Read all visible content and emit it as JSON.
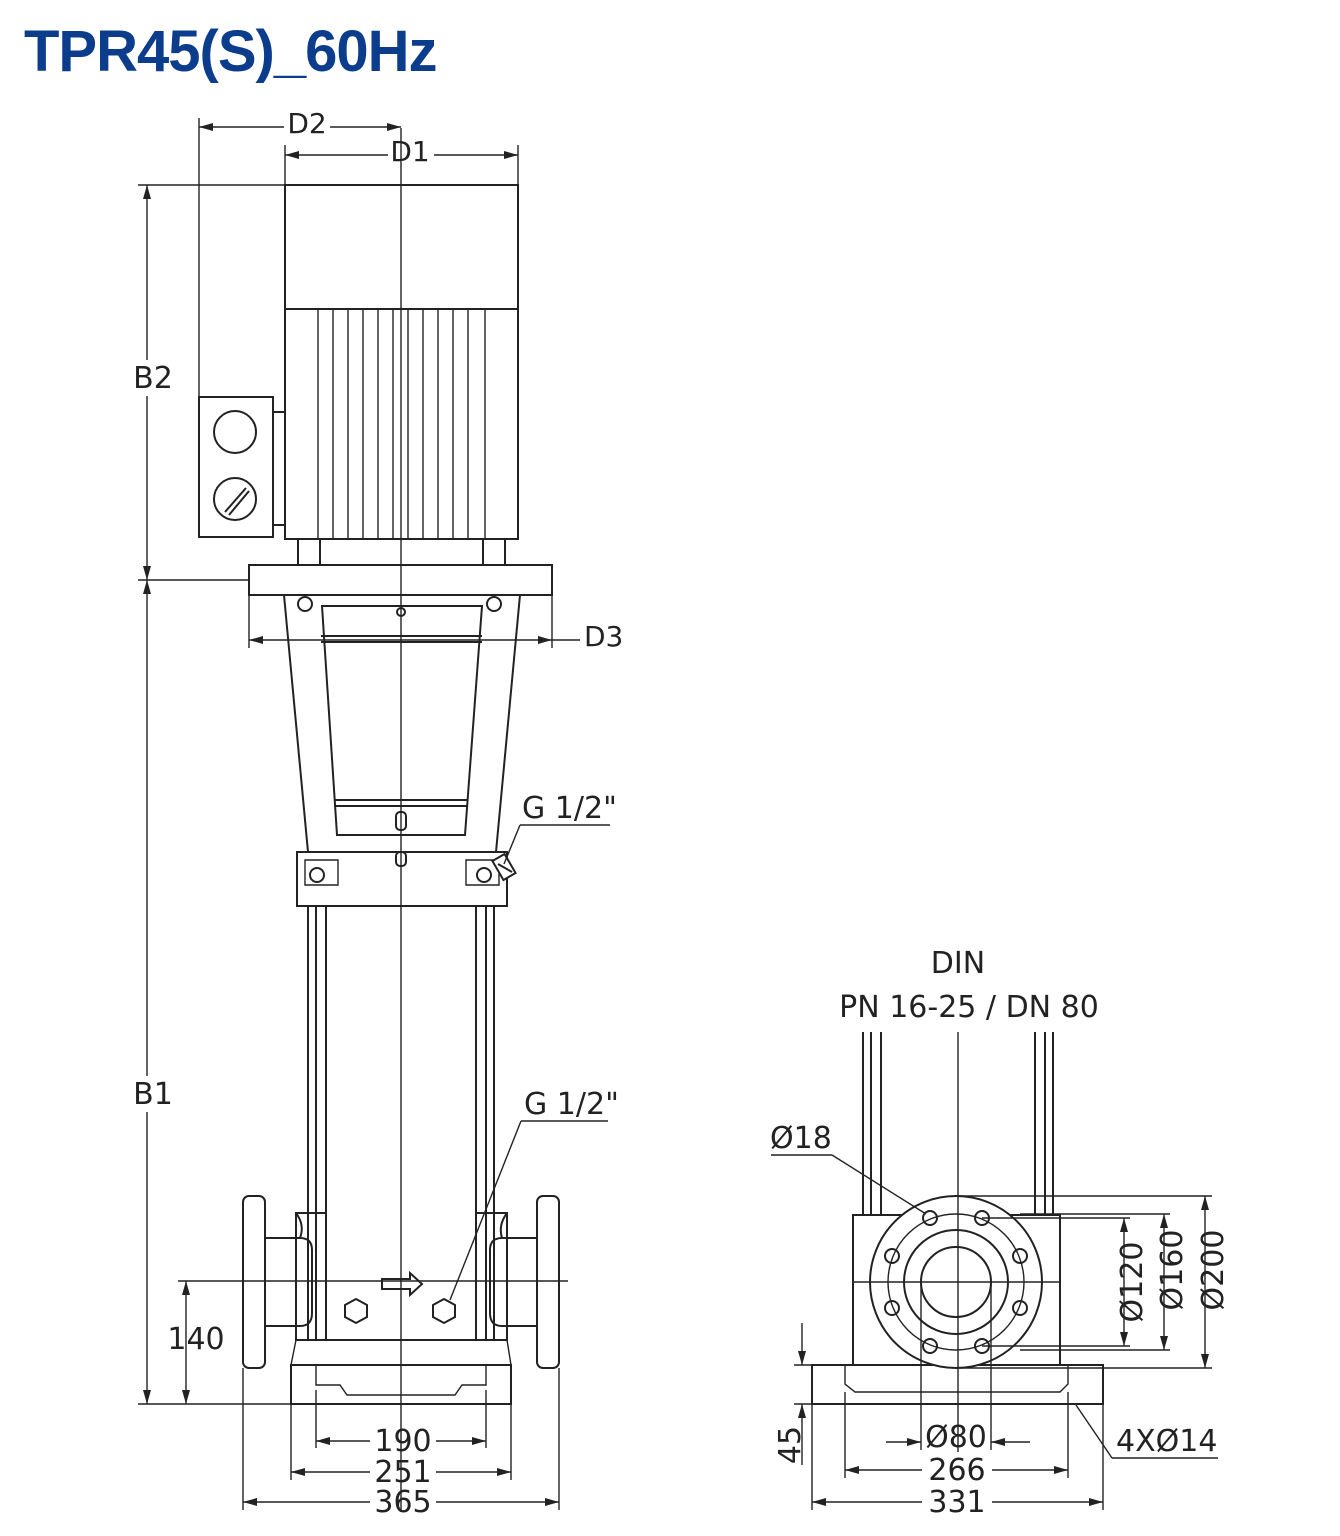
{
  "title": "TPR45(S)_60Hz",
  "colors": {
    "title": "#0b3d8c",
    "lines": "#222222"
  },
  "front_view": {
    "dims": {
      "d2": "D2",
      "d1": "D1",
      "d3": "D3",
      "b2": "B2",
      "b1": "B1",
      "gauge_top": "G 1/2\"",
      "gauge_bottom": "G 1/2\"",
      "h140": "140",
      "w190": "190",
      "w251": "251",
      "w365": "365"
    }
  },
  "flange_view": {
    "standard": "DIN",
    "rating": "PN 16-25 / DN 80",
    "dims": {
      "hole": "Ø18",
      "d120": "Ø120",
      "d160": "Ø160",
      "d200": "Ø200",
      "d80": "Ø80",
      "h45": "45",
      "w266": "266",
      "w331": "331",
      "base_holes": "4XØ14"
    }
  }
}
